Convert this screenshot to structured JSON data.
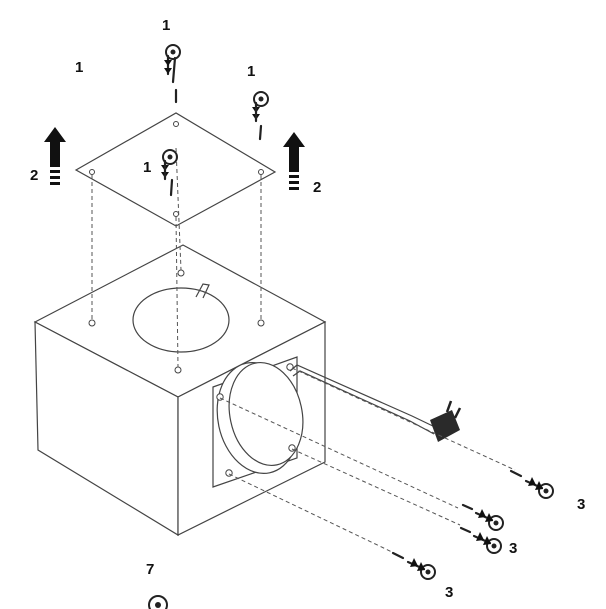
{
  "callouts": {
    "screw_top_center": "1",
    "screw_left": "1",
    "screw_right": "1",
    "screw_plate_center": "1",
    "lift_left": "2",
    "lift_right": "2",
    "rear_screw_1": "3",
    "rear_screw_2": "3",
    "rear_screw_3": "3",
    "bottom_label": "7"
  },
  "icons": {
    "screw": "screw-icon",
    "arrow_up": "arrow-up-icon",
    "power_plug": "power-plug-icon"
  },
  "colors": {
    "line": "#444444",
    "ink": "#111111",
    "background": "#ffffff"
  }
}
